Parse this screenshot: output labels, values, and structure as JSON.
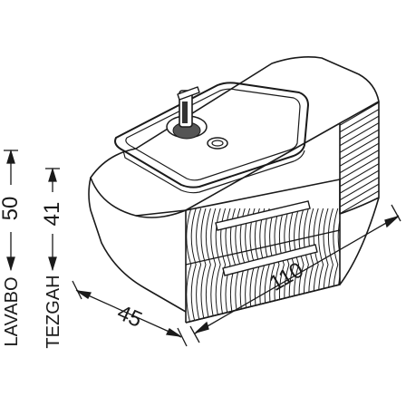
{
  "drawing": {
    "width_dimension": "110",
    "depth_dimension": "45",
    "lavabo_height": "50",
    "tezgah_height": "41",
    "lavabo_label": "LAVABO",
    "tezgah_label": "TEZGAH"
  },
  "colors": {
    "line": "#1a1a1a",
    "background": "#ffffff"
  }
}
